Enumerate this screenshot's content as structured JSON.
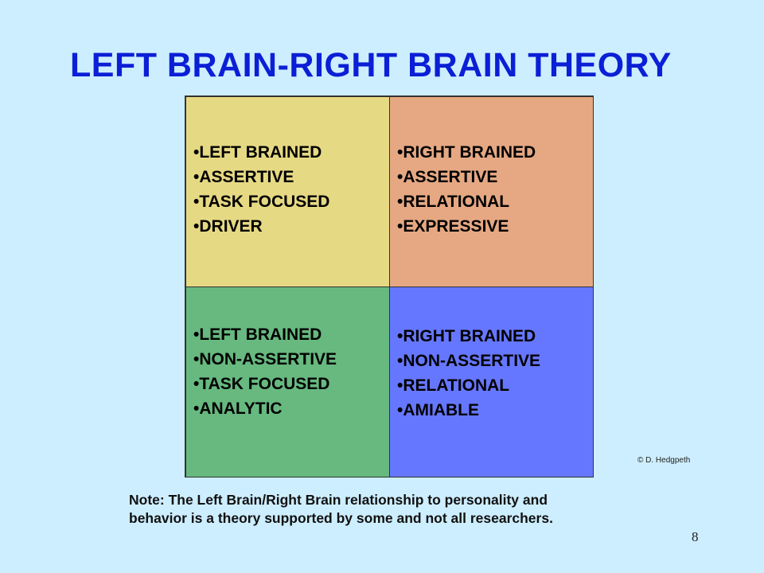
{
  "slide": {
    "title": "LEFT BRAIN-RIGHT BRAIN THEORY",
    "quadrants": {
      "top_left": {
        "color": "#e6d983",
        "items": [
          "LEFT BRAINED",
          "ASSERTIVE",
          "TASK FOCUSED",
          "DRIVER"
        ]
      },
      "top_right": {
        "color": "#e5a883",
        "items": [
          "RIGHT BRAINED",
          "ASSERTIVE",
          "RELATIONAL",
          "EXPRESSIVE"
        ]
      },
      "bottom_left": {
        "color": "#67b97f",
        "items": [
          "LEFT BRAINED",
          "NON-ASSERTIVE",
          "TASK FOCUSED",
          "ANALYTIC"
        ]
      },
      "bottom_right": {
        "color": "#6677ff",
        "items": [
          "RIGHT BRAINED",
          "NON-ASSERTIVE",
          "RELATIONAL",
          "AMIABLE"
        ]
      }
    },
    "credit": "© D. Hedgpeth",
    "note_line1": "Note: The Left Brain/Right Brain relationship to personality and",
    "note_line2": "behavior is a theory supported by some and not all researchers.",
    "page_number": "8"
  },
  "colors": {
    "background": "#cdeeff",
    "title": "#0b1fd6"
  }
}
